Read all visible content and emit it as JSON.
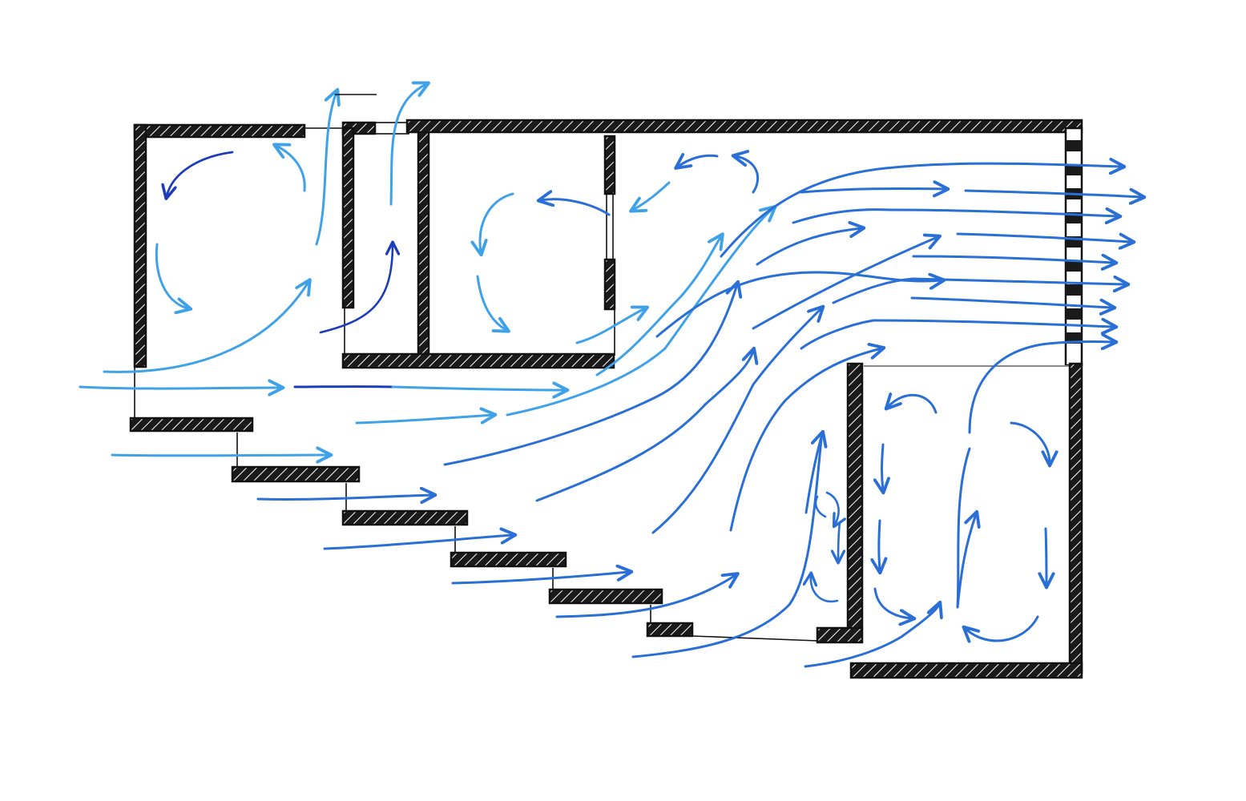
{
  "diagram": {
    "kind": "floor-plan-airflow-sketch",
    "colors": {
      "wall_fill": "#1a1a1a",
      "wall_hatch": "#ffffff",
      "outline": "#111111",
      "flow_light": "#3fa2e8",
      "flow_mid": "#2a6fd6",
      "flow_dark": "#1d3db8",
      "background": "#ffffff"
    },
    "icons": [
      "airflow-arrow-icon"
    ],
    "rooms": [
      {
        "name": "room-west",
        "flow": "circulation"
      },
      {
        "name": "room-shaft",
        "flow": "upward"
      },
      {
        "name": "room-center",
        "flow": "circulation"
      },
      {
        "name": "room-southeast",
        "flow": "circulation"
      }
    ],
    "openings": [
      {
        "name": "slatted-east-vent",
        "flow": "outflow"
      },
      {
        "name": "stepped-south-facade",
        "flow": "inflow"
      }
    ]
  }
}
